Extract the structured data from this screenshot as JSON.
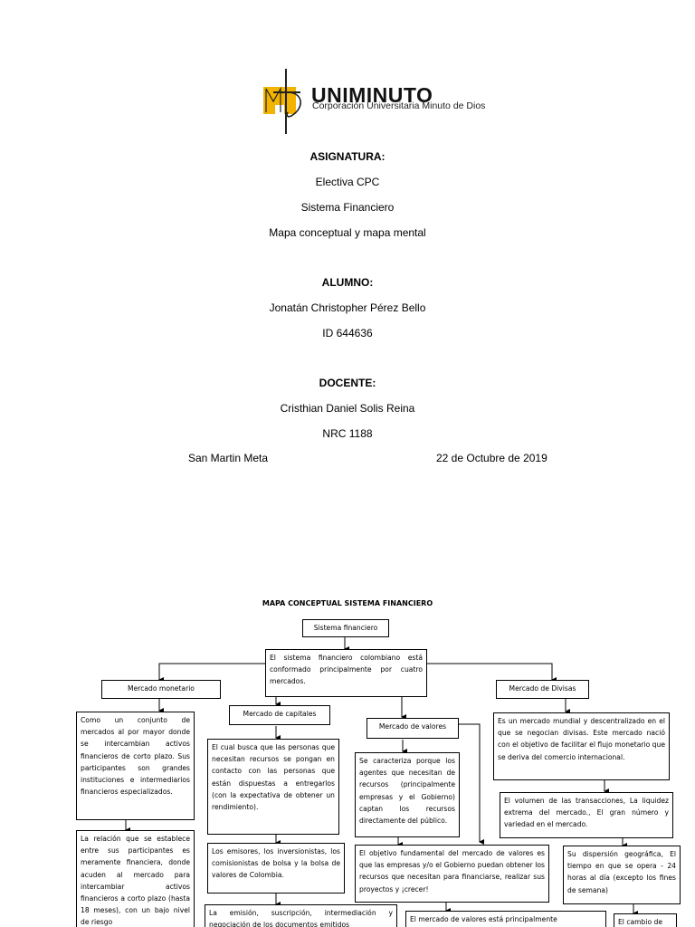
{
  "header": {
    "logo_brand": "UNIMINUTO",
    "logo_subtitle": "Corporación Universitaria Minuto de Dios",
    "logo_mark": "MD"
  },
  "cover": {
    "subject_heading": "ASIGNATURA:",
    "subject_lines": [
      "Electiva CPC",
      "Sistema Financiero",
      "Mapa conceptual y mapa mental"
    ],
    "student_heading": "ALUMNO:",
    "student_name": "Jonatán Christopher Pérez Bello",
    "student_id": "ID 644636",
    "teacher_heading": "DOCENTE:",
    "teacher_name": "Cristhian Daniel Solis Reina",
    "nrc": "NRC 1188",
    "place": "San Martin Meta",
    "date": "22 de Octubre de 2019"
  },
  "concept_map": {
    "title": "MAPA CONCEPTUAL SISTEMA FINANCIERO",
    "root": "Sistema financiero",
    "intro": "El sistema financiero colombiano está conformado principalmente por cuatro mercados.",
    "markets": {
      "monetario": "Mercado monetario",
      "capitales": "Mercado de capitales",
      "valores": "Mercado de valores",
      "divisas": "Mercado de Divisas"
    },
    "monetario_desc": "Como un conjunto de mercados al por mayor donde se intercambian activos financieros de corto plazo. Sus participantes son grandes instituciones e intermediarios financieros especializados.",
    "monetario_rel": "La relación que se establece entre sus participantes es meramente financiera, donde acuden al mercado para intercambiar activos financieros a corto plazo (hasta 18 meses), con un bajo nivel de riesgo",
    "capitales_desc": "El cual busca que las personas que necesitan recursos se pongan en contacto con las personas que están dispuestas a entregarlos (con la expectativa de obtener un rendimiento).",
    "capitales_actors": "Los emisores, los inversionistas, los comisionistas de bolsa y la bolsa de valores de Colombia.",
    "capitales_emision": "La emisión, suscripción, intermediación y negociación de los documentos emitidos",
    "valores_desc": "Se caracteriza porque los agentes que necesitan de recursos (principalmente empresas y el Gobierno) captan los recursos directamente del público.",
    "valores_obj": "El objetivo fundamental del mercado de valores es que las empresas y/o el Gobierno puedan obtener los recursos que necesitan para financiarse, realizar sus proyectos y ¡crecer!",
    "valores_comp": "El mercado de valores está principalmente",
    "divisas_desc": "Es un mercado mundial y descentralizado en el que se negocian divisas. Este mercado nació con el objetivo de facilitar el flujo monetario que se deriva del comercio internacional.",
    "divisas_vol": "El volumen de las transacciones, La liquidez extrema del mercado., El gran número y variedad en el mercado.",
    "divisas_geo": "Su dispersión geográfica, El tiempo en que se opera - 24 horas al día (excepto los fines de semana)",
    "divisas_cambio": "El cambio de"
  }
}
